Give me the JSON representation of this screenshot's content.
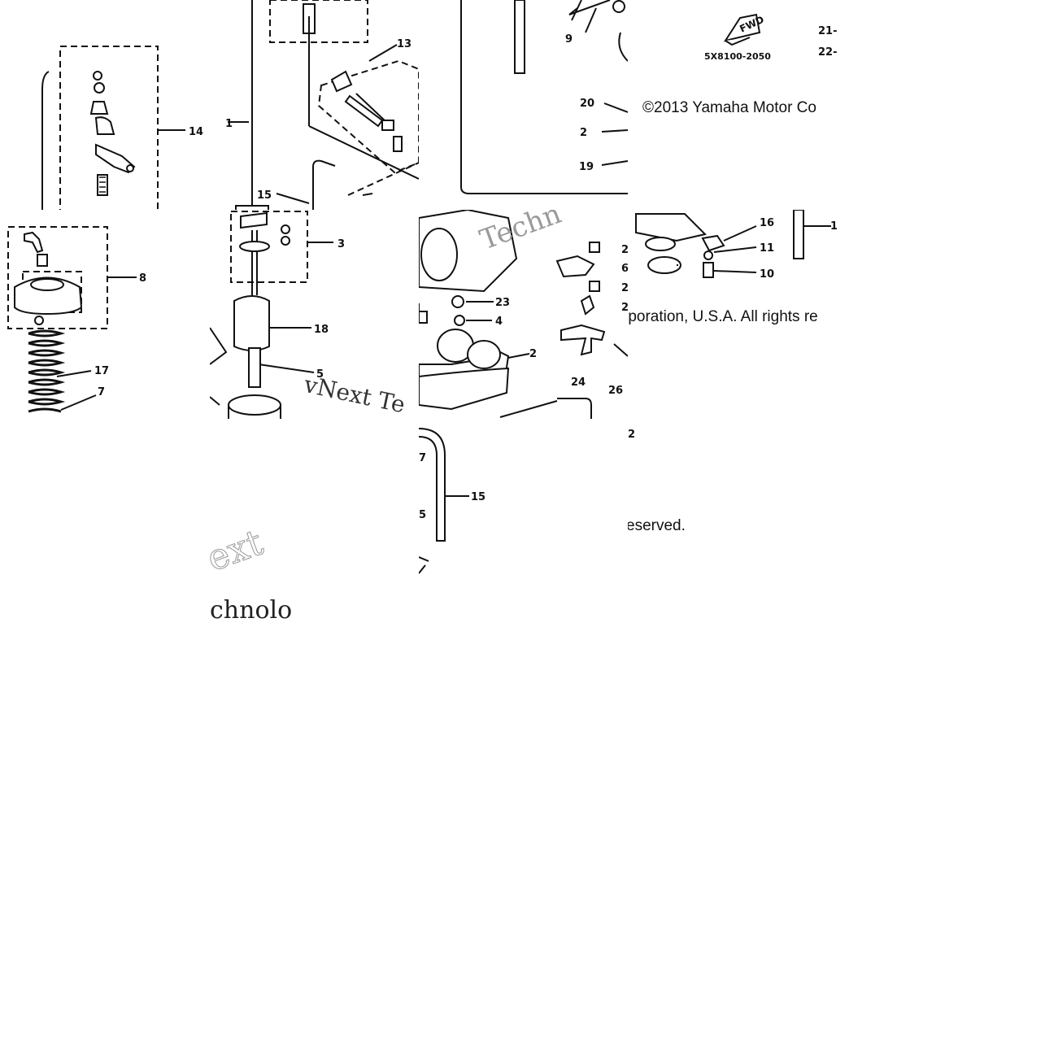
{
  "diagram": {
    "callouts": [
      "1",
      "13",
      "14",
      "15",
      "3",
      "8",
      "18",
      "17",
      "7",
      "5",
      "9",
      "20",
      "2",
      "19",
      "16",
      "11",
      "10",
      "23",
      "4",
      "24",
      "26"
    ],
    "partial_callouts": [
      "21-",
      "22-",
      "2",
      "6",
      "2",
      "2",
      "1",
      "2",
      "7",
      "5"
    ],
    "part_number": "5X8100-2050",
    "fwd_badge": "FWD"
  },
  "copyright": {
    "line1": "©2013 Yamaha Motor Co",
    "line2": "rporation, U.S.A. All rights re",
    "line3": "eserved."
  },
  "watermarks": {
    "vnext": "vNext Te",
    "techn": "Techn",
    "ext": "ext",
    "chnolo": "chnolo"
  },
  "colors": {
    "ink": "#111111",
    "paper": "#ffffff",
    "watermark": "#9a9a9a"
  }
}
